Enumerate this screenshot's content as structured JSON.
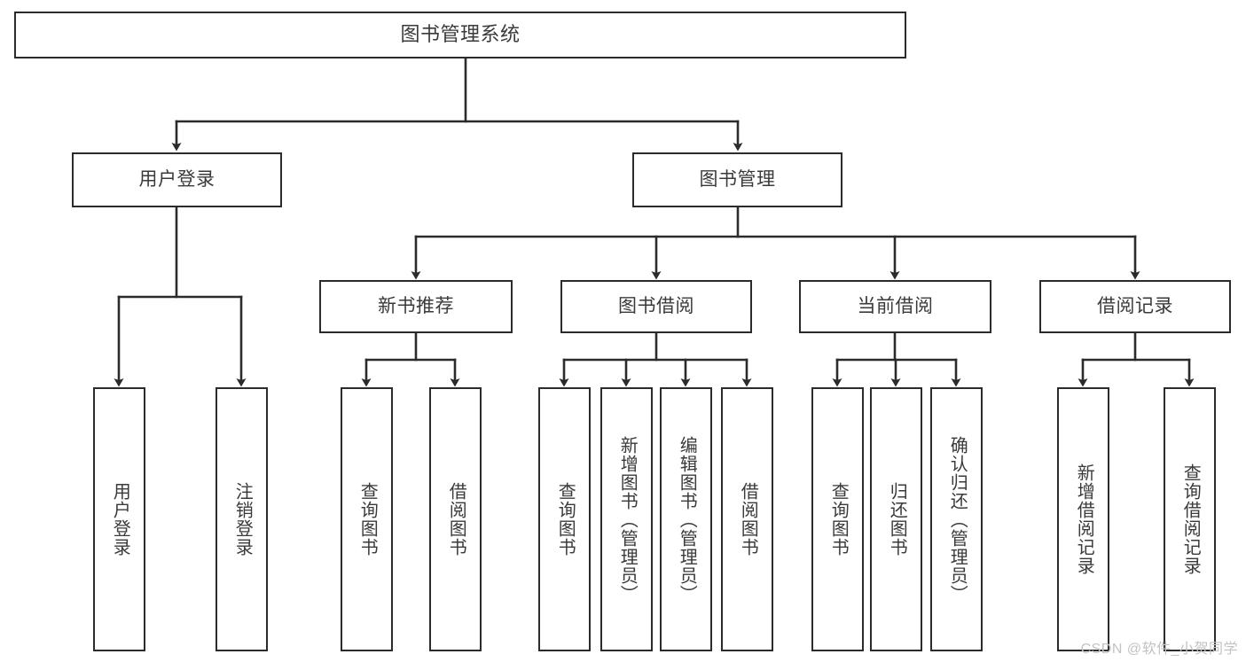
{
  "diagram": {
    "type": "tree",
    "title": "图书管理系统",
    "watermark": "CSDN @软件_小贺同学",
    "colors": {
      "box_border": "#2b2b2b",
      "box_fill": "#ffffff",
      "connector": "#2b2b2b",
      "text": "#3a3a3a",
      "watermark": "#c2c2c2",
      "background": "#ffffff"
    },
    "nodes": {
      "root": {
        "label": "图书管理系统"
      },
      "level2": [
        {
          "id": "user-login",
          "label": "用户登录"
        },
        {
          "id": "book-manage",
          "label": "图书管理"
        }
      ],
      "level3": [
        {
          "id": "new-book-recommend",
          "label": "新书推荐"
        },
        {
          "id": "book-borrow",
          "label": "图书借阅"
        },
        {
          "id": "current-borrow",
          "label": "当前借阅"
        },
        {
          "id": "borrow-record",
          "label": "借阅记录"
        }
      ],
      "leaves": {
        "user_login": [
          {
            "id": "leaf-user-login",
            "label": "用户登录"
          },
          {
            "id": "leaf-logout",
            "label": "注销登录"
          }
        ],
        "new_book_recommend": [
          {
            "id": "leaf-query-book-1",
            "label": "查询图书"
          },
          {
            "id": "leaf-borrow-book-1",
            "label": "借阅图书"
          }
        ],
        "book_borrow": [
          {
            "id": "leaf-query-book-2",
            "label": "查询图书"
          },
          {
            "id": "leaf-add-book",
            "label": "新增图书（管理员）"
          },
          {
            "id": "leaf-edit-book",
            "label": "编辑图书（管理员）"
          },
          {
            "id": "leaf-borrow-book-2",
            "label": "借阅图书"
          }
        ],
        "current_borrow": [
          {
            "id": "leaf-query-book-3",
            "label": "查询图书"
          },
          {
            "id": "leaf-return-book",
            "label": "归还图书"
          },
          {
            "id": "leaf-confirm-return",
            "label": "确认归还（管理员）"
          }
        ],
        "borrow_record": [
          {
            "id": "leaf-add-record",
            "label": "新增借阅记录"
          },
          {
            "id": "leaf-query-record",
            "label": "查询借阅记录"
          }
        ]
      }
    }
  }
}
